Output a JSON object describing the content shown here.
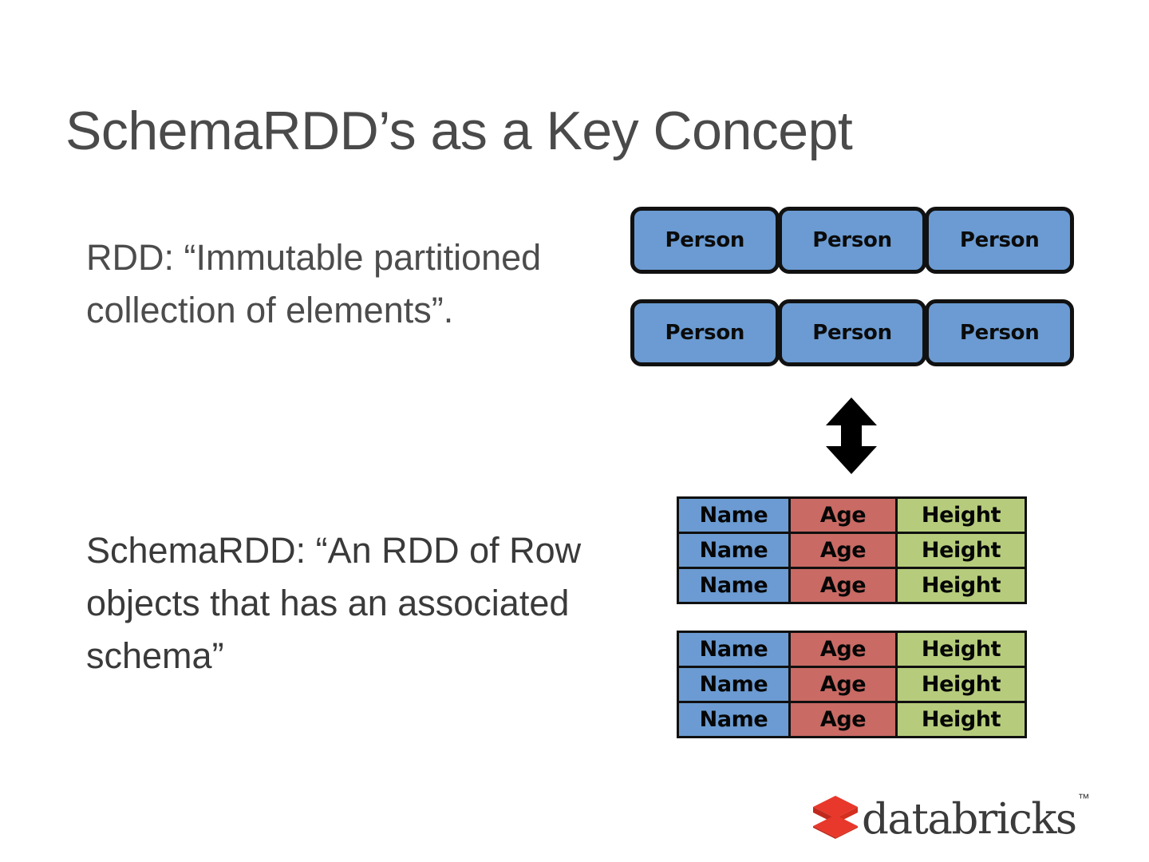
{
  "slide": {
    "title": "SchemaRDD’s as a Key Concept",
    "background_color": "#ffffff",
    "title_color": "#4a4a4a"
  },
  "body": {
    "rdd_definition": "RDD: “Immutable partitioned collection of elements”.",
    "schemardd_definition": "SchemaRDD: “An RDD of Row objects that has an associated schema”"
  },
  "diagram": {
    "partition_rows": [
      {
        "cells": [
          "Person",
          "Person",
          "Person"
        ]
      },
      {
        "cells": [
          "Person",
          "Person",
          "Person"
        ]
      }
    ],
    "arrow_label": "double-headed-vertical-arrow",
    "tables": [
      {
        "rows": [
          [
            "Name",
            "Age",
            "Height"
          ],
          [
            "Name",
            "Age",
            "Height"
          ],
          [
            "Name",
            "Age",
            "Height"
          ]
        ]
      },
      {
        "rows": [
          [
            "Name",
            "Age",
            "Height"
          ],
          [
            "Name",
            "Age",
            "Height"
          ],
          [
            "Name",
            "Age",
            "Height"
          ]
        ]
      }
    ],
    "colors": {
      "person_box": "#6b9bd2",
      "name_cell": "#6b9bd2",
      "age_cell": "#c96a64",
      "height_cell": "#b6cc7c",
      "border": "#101010",
      "arrow": "#000000"
    }
  },
  "logo": {
    "wordmark": "databricks",
    "trademark": "™",
    "mark_color": "#e8382b",
    "mark_shadow_color": "#c0291e",
    "wordmark_color": "#3b3b3b"
  }
}
